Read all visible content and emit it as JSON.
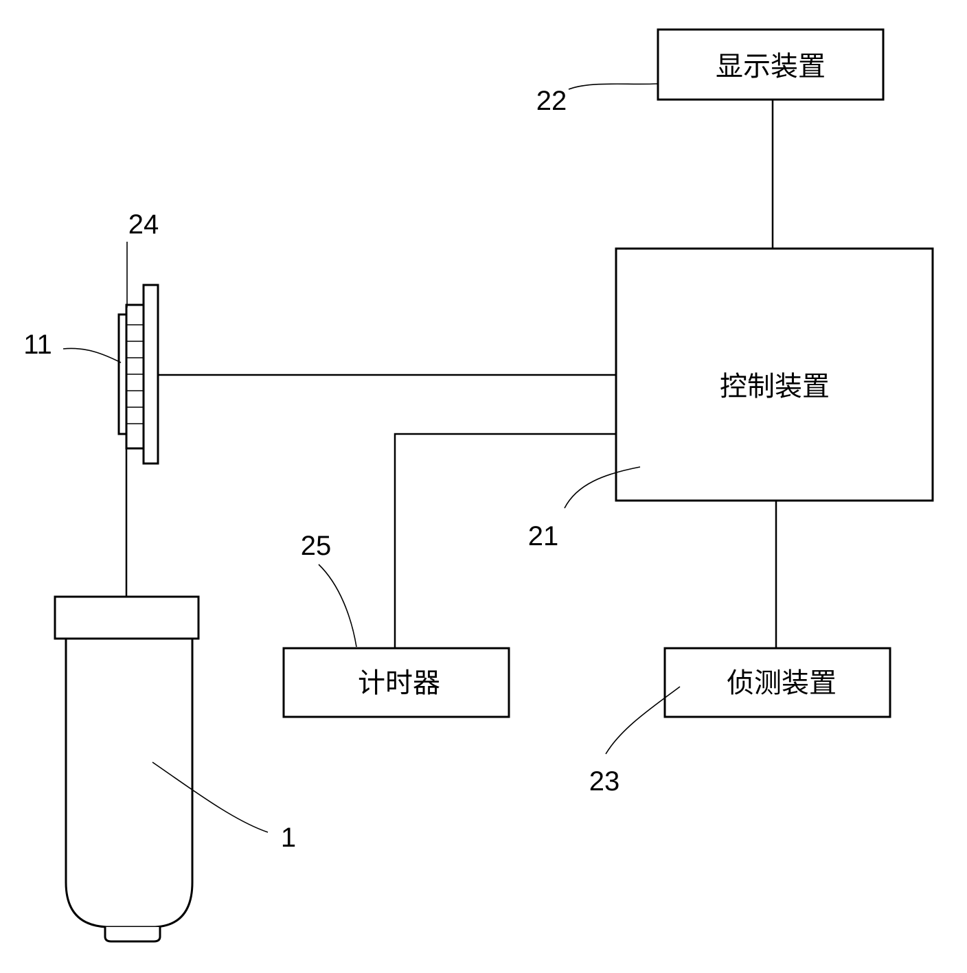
{
  "boxes": {
    "display": "显示装置",
    "control": "控制装置",
    "timer": "计时器",
    "detector": "侦测装置"
  },
  "references": {
    "display": "22",
    "control": "21",
    "timer": "25",
    "detector": "23",
    "element_24": "24",
    "element_11": "11",
    "container_1": "1"
  }
}
